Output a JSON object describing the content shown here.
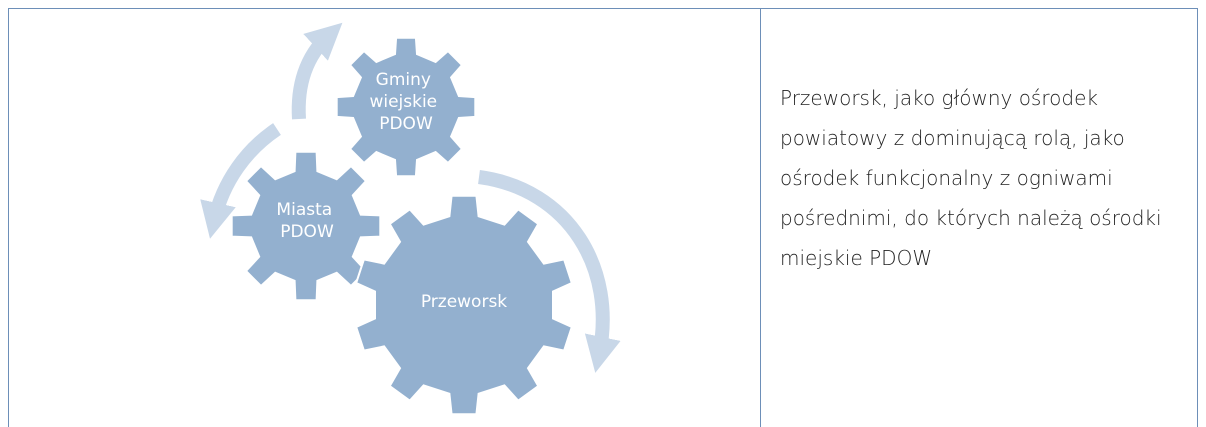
{
  "diagram": {
    "gears": [
      {
        "label_lines": [
          "Gminy",
          "wiejskie",
          "PDOW"
        ]
      },
      {
        "label_lines": [
          "Miasta",
          "PDOW"
        ]
      },
      {
        "label_lines": [
          "Przeworsk"
        ]
      }
    ],
    "gear_color": "#93b0cf",
    "arrow_color": "#c8d7e8"
  },
  "description": {
    "text": "Przeworsk, jako główny ośrodek powiatowy z dominującą rolą, jako ośrodek funkcjonalny z ogniwami pośrednimi, do których należą ośrodki miejskie PDOW"
  }
}
